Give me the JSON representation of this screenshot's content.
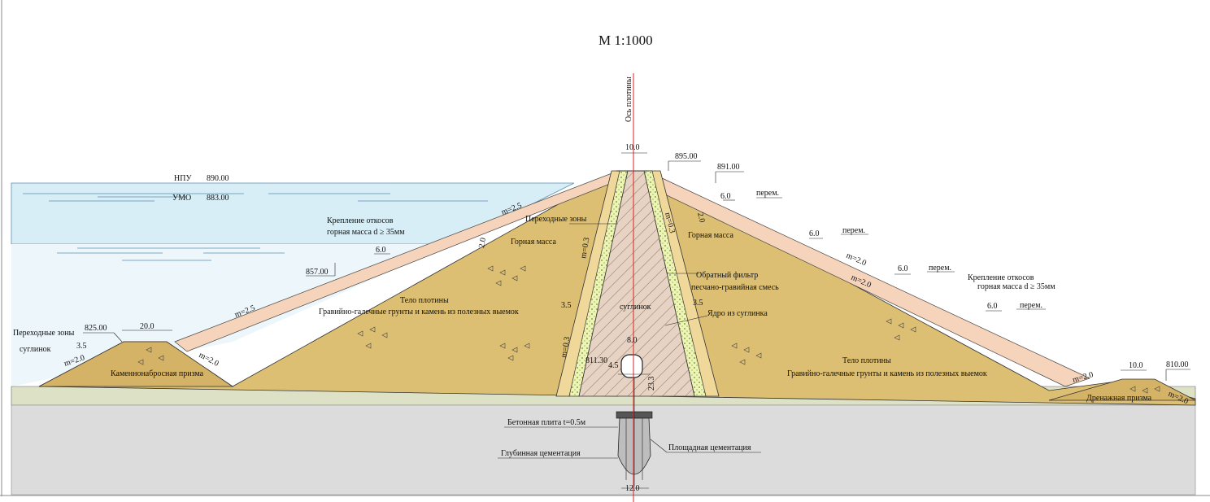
{
  "title": "М  1:1000",
  "axis_label": "Ось плотины",
  "levels": {
    "npu": "НПУ",
    "npu_value": "890.00",
    "umo": "УМО",
    "umo_value": "883.00",
    "crest": "895.00",
    "core_top": "891.00",
    "berm_upstream": "857.00",
    "cofferdam": "825.00",
    "drain": "810.00",
    "gallery": "811.30"
  },
  "dimensions": {
    "crest_width": "10.0",
    "cofferdam_width": "20.0",
    "berm_width": "6.0",
    "drain_width": "10.0",
    "grout_width": "12.0",
    "gallery_width": "8.0",
    "gallery_offset": "4.5",
    "gallery_height": "23.3",
    "transition_thickness": "2.0",
    "filter_thickness": "3.5"
  },
  "slopes": {
    "upstream": "m=2.5",
    "downstream": "m=2.0",
    "core": "m=0.3"
  },
  "labels": {
    "revetment_1": "Крепление откосов",
    "revetment_2": "горная масса  d ≥ 35мм",
    "transition_zones": "Переходные зоны",
    "loam": "суглинок",
    "rock_mass": "Горная масса",
    "body_1": "Тело плотины",
    "body_2": "Гравийно-галечные грунты и камень из полезных выемок",
    "rockfill_prism": "Каменнонабросная призма",
    "filter_1": "Обратный фильтр",
    "filter_2": "песчано-гравийная смесь",
    "core": "Ядро из суглинка",
    "drain_prism": "Дренажная призма",
    "berm": "перем.",
    "concrete_slab": "Бетонная плита  t=0.5м",
    "area_grouting": "Площадная цементация",
    "deep_grouting": "Глубинная цементация"
  },
  "colors": {
    "water": "#d8eef7",
    "dam_body": "#dcbf73",
    "revetment": "#f6d4bb",
    "core": "#e6d3c3",
    "filter": "#eef4b5",
    "foundation_top": "#dde2c6",
    "foundation": "#dcdcdc",
    "axis": "#e02020"
  }
}
